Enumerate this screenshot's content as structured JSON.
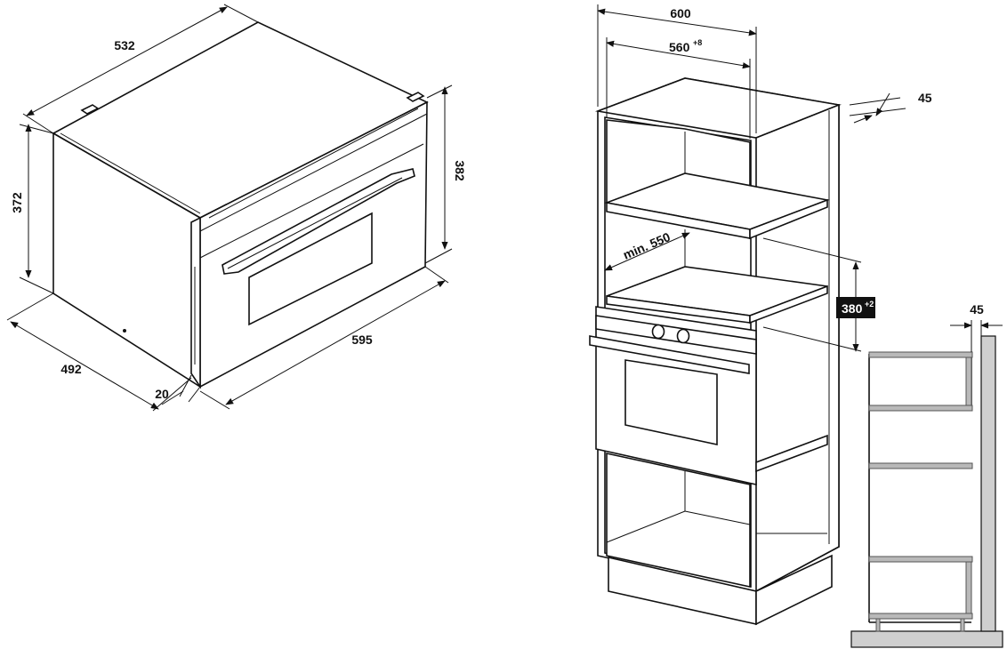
{
  "oven": {
    "depth_label": "532",
    "height_label": "372",
    "front_height_label": "382",
    "width_label": "595",
    "side_depth_label": "492",
    "front_offset_label": "20"
  },
  "cabinet": {
    "outer_width_label": "600",
    "inner_width_label": "560",
    "inner_width_tol": "+8",
    "depth_note": "min. 550",
    "niche_height_label": "380",
    "niche_height_tol": "+2",
    "gap_label": "45"
  },
  "side_view": {
    "gap_label": "45"
  }
}
